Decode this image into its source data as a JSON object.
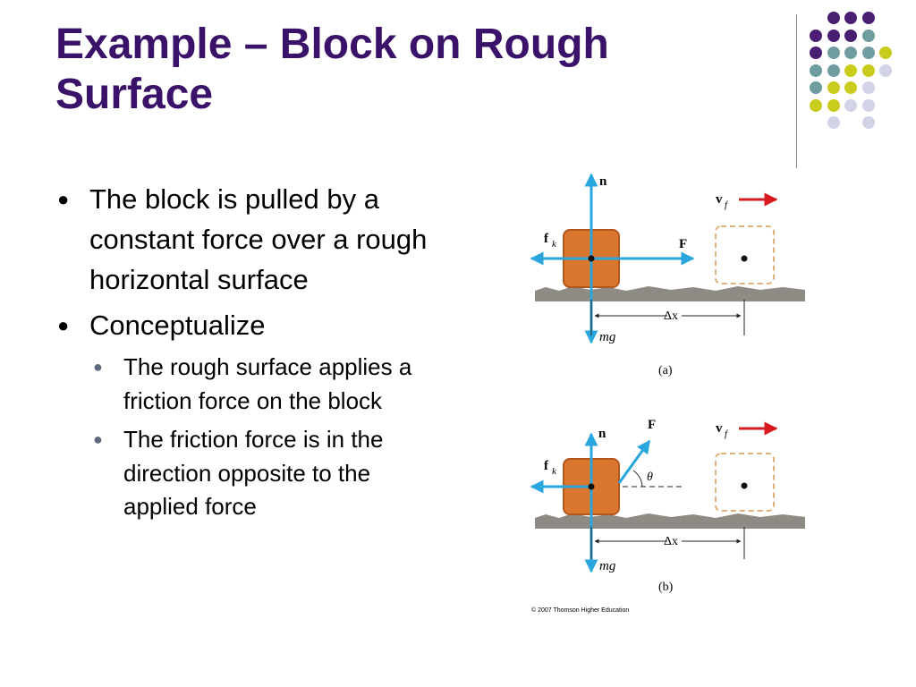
{
  "slide": {
    "title": "Example – Block on Rough Surface",
    "bullets": [
      {
        "text": "The block is pulled by a constant force over a rough horizontal surface",
        "sub": []
      },
      {
        "text": "Conceptualize",
        "sub": [
          "The rough surface applies a friction force on the block",
          "The friction force is in the direction opposite to the applied force"
        ]
      }
    ]
  },
  "decor": {
    "colors": {
      "purple": "#4a1f72",
      "teal": "#6f9d9f",
      "yellow": "#c9cc1c",
      "lavender": "#d2d3e6"
    }
  },
  "figure": {
    "labels": {
      "normal": "n",
      "friction": "f",
      "friction_sub": "k",
      "applied": "F",
      "weight": "mg",
      "velocity": "v",
      "velocity_sub": "f",
      "displacement": "Δx",
      "angle": "θ"
    },
    "caption_a": "(a)",
    "caption_b": "(b)",
    "copyright": "© 2007 Thomson Higher Education",
    "colors": {
      "block": "#d9772f",
      "force_arrow": "#29a6de",
      "velocity_arrow": "#d71920",
      "ghost_block": "#e0b07a",
      "ground": "#8e8a84"
    }
  }
}
